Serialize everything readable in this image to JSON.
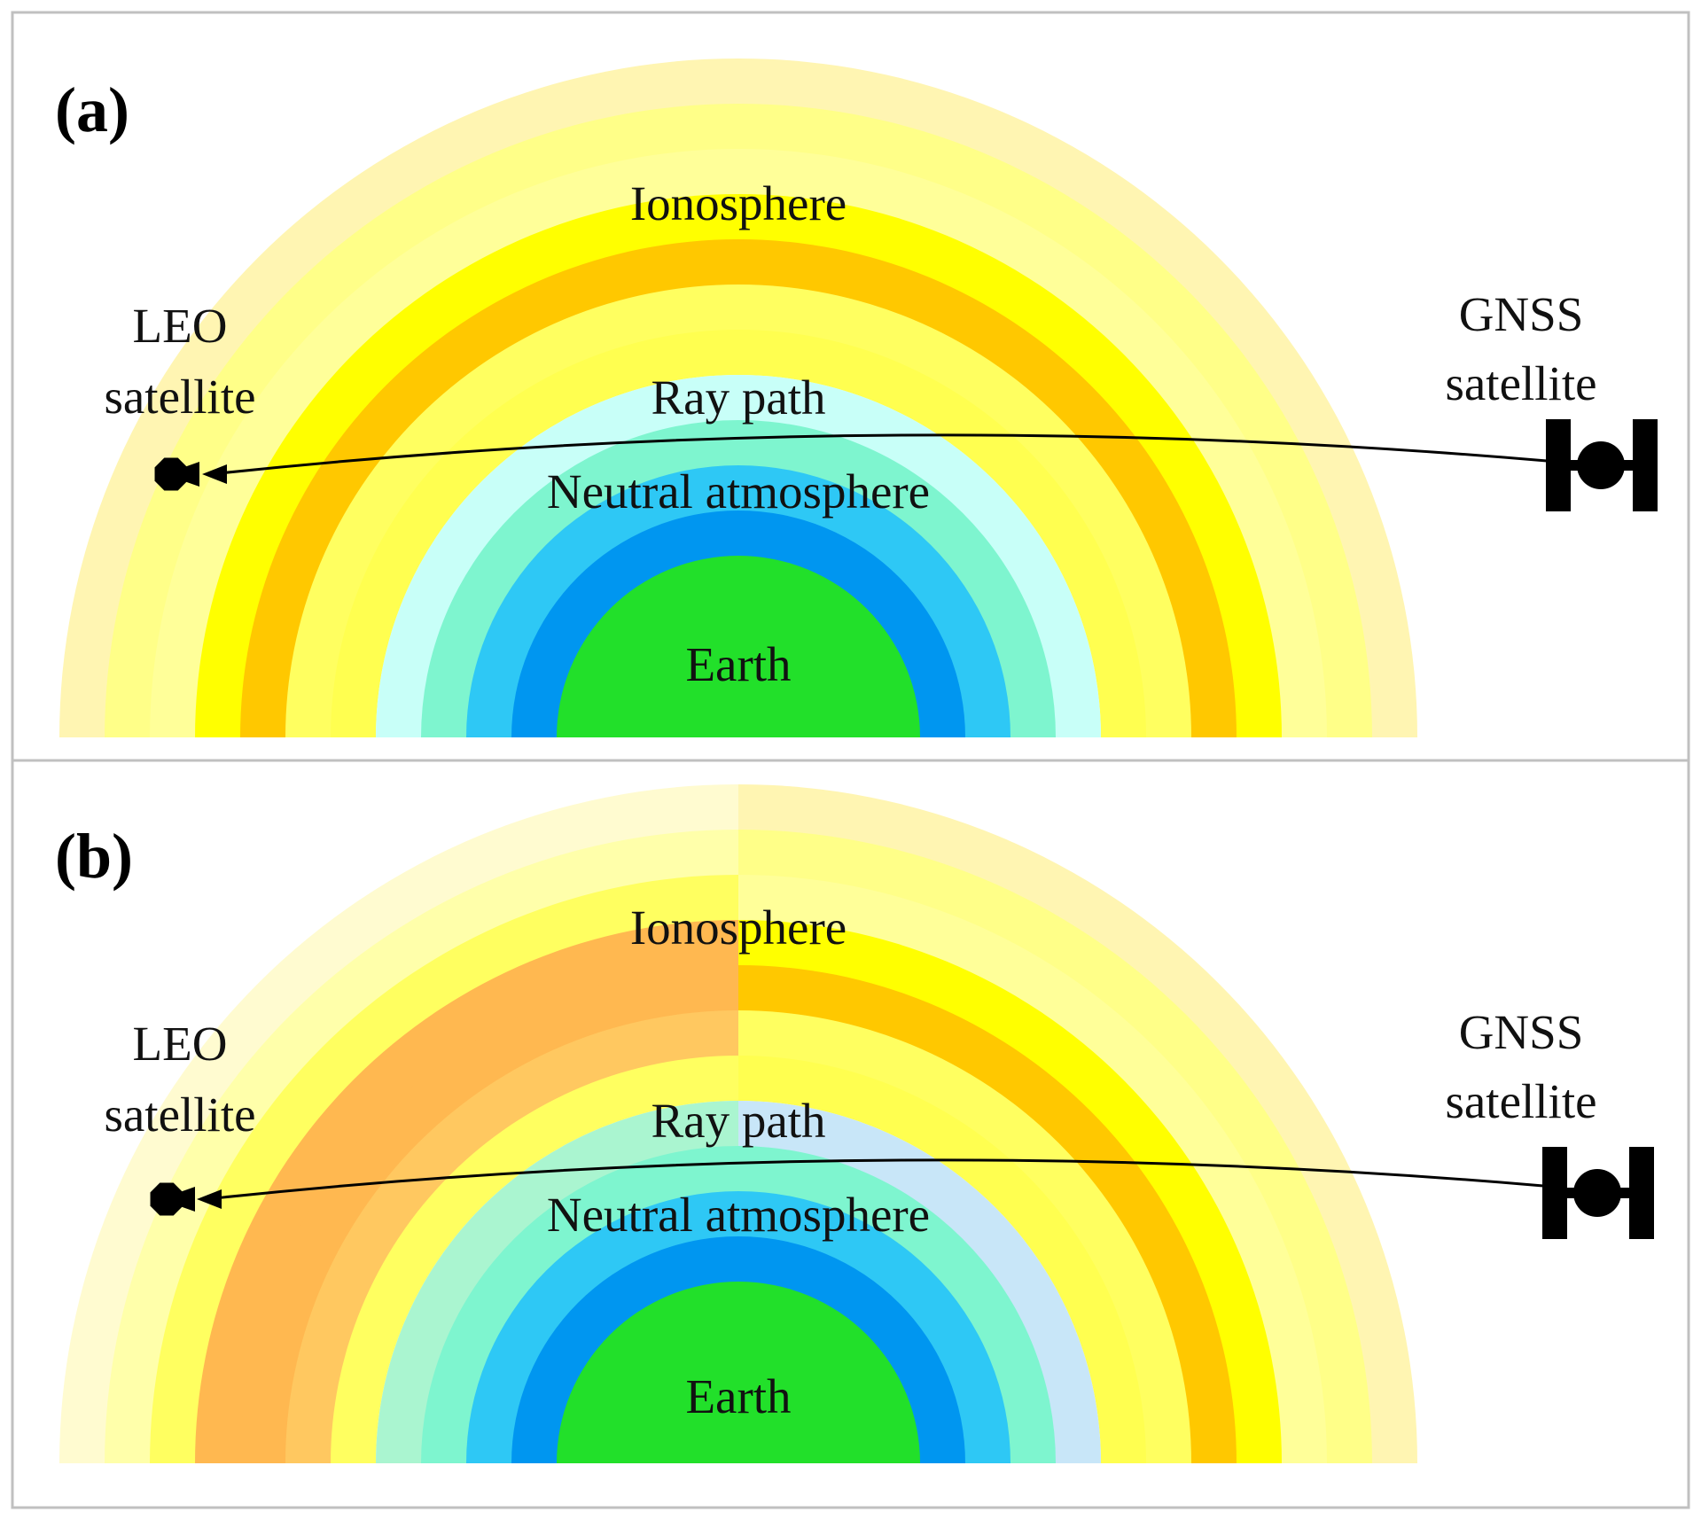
{
  "panels": [
    {
      "id": "a",
      "label": "(a)",
      "ionosphere_label": "Ionosphere",
      "ray_path_label": "Ray path",
      "neutral_label": "Neutral atmosphere",
      "earth_label": "Earth",
      "leo_label_1": "LEO",
      "leo_label_2": "satellite",
      "gnss_label_1": "GNSS",
      "gnss_label_2": "satellite",
      "colors": {
        "earth": "#22e02a",
        "neutral_bands_left": [
          "#0096f0",
          "#2ec8f5",
          "#7ef5cf",
          "#c8fff8"
        ],
        "neutral_bands_right": [
          "#0096f0",
          "#2ec8f5",
          "#7ef5cf",
          "#c8fff8"
        ],
        "ionosphere_bands_left": [
          "#fff5b2",
          "#ffff88",
          "#ffff50",
          "#ffc800",
          "#ffff00",
          "#ffff60",
          "#ffff99"
        ],
        "ionosphere_bands_right": [
          "#fff5b2",
          "#ffff88",
          "#ffff50",
          "#ffc800",
          "#ffff00",
          "#ffff60",
          "#ffff99"
        ]
      }
    },
    {
      "id": "b",
      "label": "(b)",
      "ionosphere_label": "Ionosphere",
      "ray_path_label": "Ray path",
      "neutral_label": "Neutral atmosphere",
      "earth_label": "Earth",
      "leo_label_1": "LEO",
      "leo_label_2": "satellite",
      "gnss_label_1": "GNSS",
      "gnss_label_2": "satellite",
      "colors": {
        "earth": "#22e02a",
        "neutral_bands_left": [
          "#0096f0",
          "#2ec8f5",
          "#7ef5cf",
          "#aaf5d0"
        ],
        "neutral_bands_right": [
          "#0096f0",
          "#2ec8f5",
          "#7ef5cf",
          "#c8e6f8"
        ],
        "ionosphere_bands_left": [
          "#fffbd0",
          "#ffffaa",
          "#ffff60",
          "#ffb850",
          "#ffb850",
          "#ffc860",
          "#ffff60"
        ],
        "ionosphere_bands_right": [
          "#fff5b2",
          "#ffff88",
          "#ffff50",
          "#ffc800",
          "#ffff00",
          "#ffff60",
          "#ffff99"
        ]
      }
    }
  ],
  "colors": {
    "frame": "#c0c0c0",
    "ray_path": "#000000",
    "satellite": "#000000"
  }
}
